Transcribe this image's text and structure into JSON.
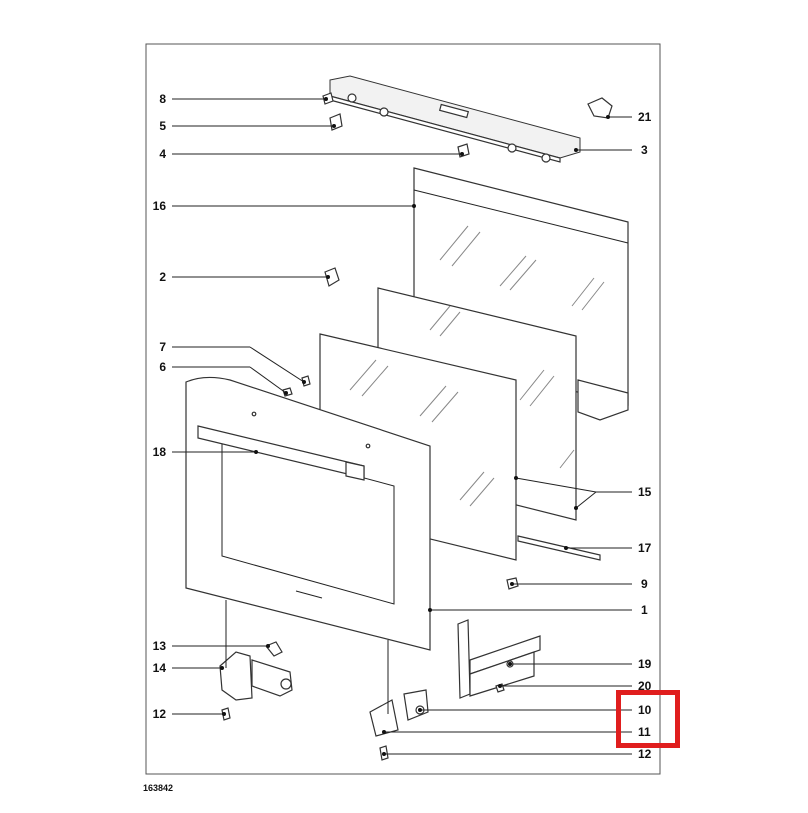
{
  "diagram": {
    "reference_number": "163842",
    "highlight_color": "#e01e1e",
    "callouts_left": [
      "8",
      "5",
      "4",
      "16",
      "2",
      "7",
      "6",
      "18",
      "13",
      "14",
      "12"
    ],
    "callouts_right": [
      "21",
      "3",
      "15",
      "17",
      "9",
      "1",
      "19",
      "20",
      "10",
      "11",
      "12"
    ],
    "highlighted_callouts": [
      "10",
      "11"
    ]
  }
}
